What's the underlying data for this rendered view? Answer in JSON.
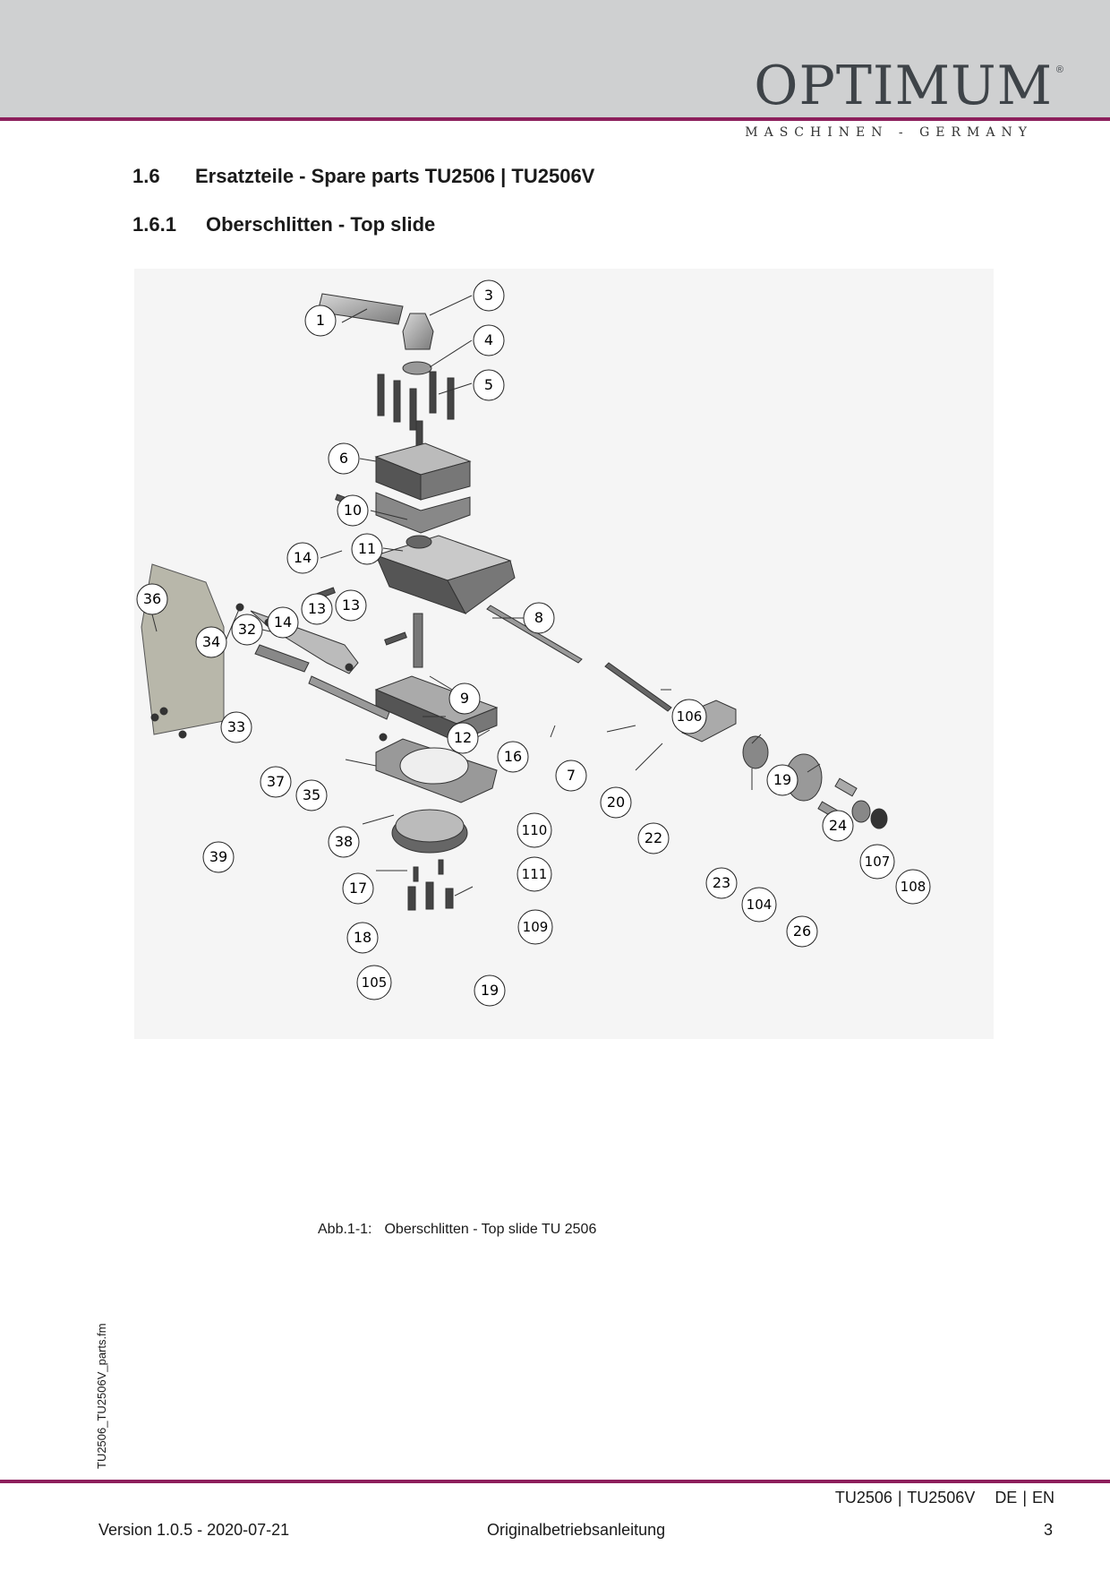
{
  "header": {
    "logo": "OPTIMUM",
    "logo_mark": "®",
    "tagline": "MASCHINEN - GERMANY"
  },
  "section": {
    "number": "1.6",
    "title": "Ersatzteile - Spare parts TU2506 | TU2506V"
  },
  "subsection": {
    "number": "1.6.1",
    "title": "Oberschlitten - Top slide"
  },
  "diagram": {
    "callouts": [
      "1",
      "3",
      "4",
      "5",
      "6",
      "10",
      "11",
      "14",
      "36",
      "34",
      "32",
      "14",
      "13",
      "13",
      "8",
      "33",
      "9",
      "12",
      "16",
      "37",
      "35",
      "7",
      "106",
      "20",
      "19",
      "22",
      "38",
      "110",
      "111",
      "17",
      "24",
      "23",
      "104",
      "107",
      "108",
      "26",
      "109",
      "18",
      "105",
      "19",
      "39"
    ]
  },
  "caption": {
    "label": "Abb.1-1:",
    "text": "Oberschlitten  - Top slide TU 2506"
  },
  "side_file": "TU2506_TU2506V_parts.fm",
  "footer": {
    "model": "TU2506 | TU2506V",
    "languages": "DE | EN",
    "version": "Version 1.0.5 - 2020-07-21",
    "doc_title": "Originalbetriebsanleitung",
    "page": "3"
  },
  "colors": {
    "accent": "#8d1f5c",
    "header_band": "#cfd0d1",
    "logo": "#3e4348"
  }
}
